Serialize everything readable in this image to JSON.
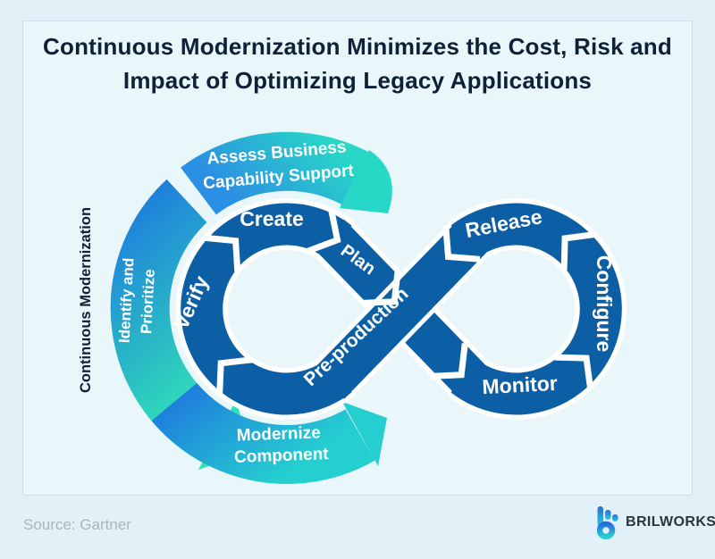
{
  "title": {
    "line1": "Continuous Modernization Minimizes the Cost, Risk and",
    "line2": "Impact of Optimizing Legacy Applications"
  },
  "diagram": {
    "cycle_label": "Continuous Modernization",
    "outer_segments": [
      {
        "id": "assess",
        "line1": "Assess Business",
        "line2": "Capability Support"
      },
      {
        "id": "identify",
        "line1": "Identify and",
        "line2": "Prioritize"
      },
      {
        "id": "modernize",
        "line1": "Modernize",
        "line2": "Component"
      }
    ],
    "loop_segments": [
      {
        "label": "Create"
      },
      {
        "label": "Plan"
      },
      {
        "label": "Pre-production"
      },
      {
        "label": "Release"
      },
      {
        "label": "Configure"
      },
      {
        "label": "Monitor"
      },
      {
        "label": "Verify"
      }
    ]
  },
  "footer": {
    "source": "Source: Gartner",
    "brand": "BRILWORKS"
  },
  "colors": {
    "loop_blue": "#0d5fa5",
    "gradient_blue": "#1f87de",
    "gradient_teal": "#2cd5c4",
    "title_navy": "#0d2137",
    "background": "#e1f1f7",
    "card_background": "#e9f6fa",
    "source_gray": "#a9b6bd",
    "brand_dark": "#2b333d",
    "label_white": "#ffffff"
  }
}
